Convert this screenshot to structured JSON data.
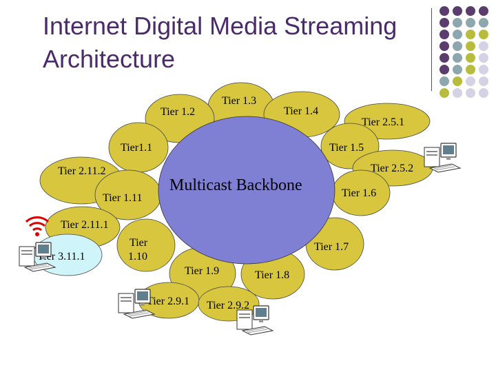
{
  "slide": {
    "title": "Internet Digital Media Streaming Architecture",
    "accent_colors": {
      "purple": "#5a3c6e",
      "gray_blue": "#8ea7ae",
      "olive": "#b8bc3c",
      "lavender": "#d4d2e4"
    }
  },
  "diagram": {
    "backbone": {
      "label": "Multicast Backbone",
      "fill": "#7f7fd4"
    },
    "tier_fill": "#d7c63e",
    "tier3_fill": "#cff5fb",
    "nodes": {
      "tier_1_1": "Tier1.1",
      "tier_1_2": "Tier 1.2",
      "tier_1_3": "Tier 1.3",
      "tier_1_4": "Tier 1.4",
      "tier_1_5": "Tier 1.5",
      "tier_1_6": "Tier 1.6",
      "tier_1_7": "Tier 1.7",
      "tier_1_8": "Tier 1.8",
      "tier_1_9": "Tier 1.9",
      "tier_1_10_line1": "Tier",
      "tier_1_10_line2": "1.10",
      "tier_1_11": "Tier 1.11",
      "tier_2_11_2": "Tier 2.11.2",
      "tier_2_11_1": "Tier 2.11.1",
      "tier_3_11_1": "Tier 3.11.1",
      "tier_2_9_1": "Tier 2.9.1",
      "tier_2_9_2": "Tier 2.9.2",
      "tier_2_5_1": "Tier 2.5.1",
      "tier_2_5_2": "Tier 2.5.2"
    },
    "icons": [
      "computer-icon",
      "wireless-signal-icon"
    ]
  }
}
